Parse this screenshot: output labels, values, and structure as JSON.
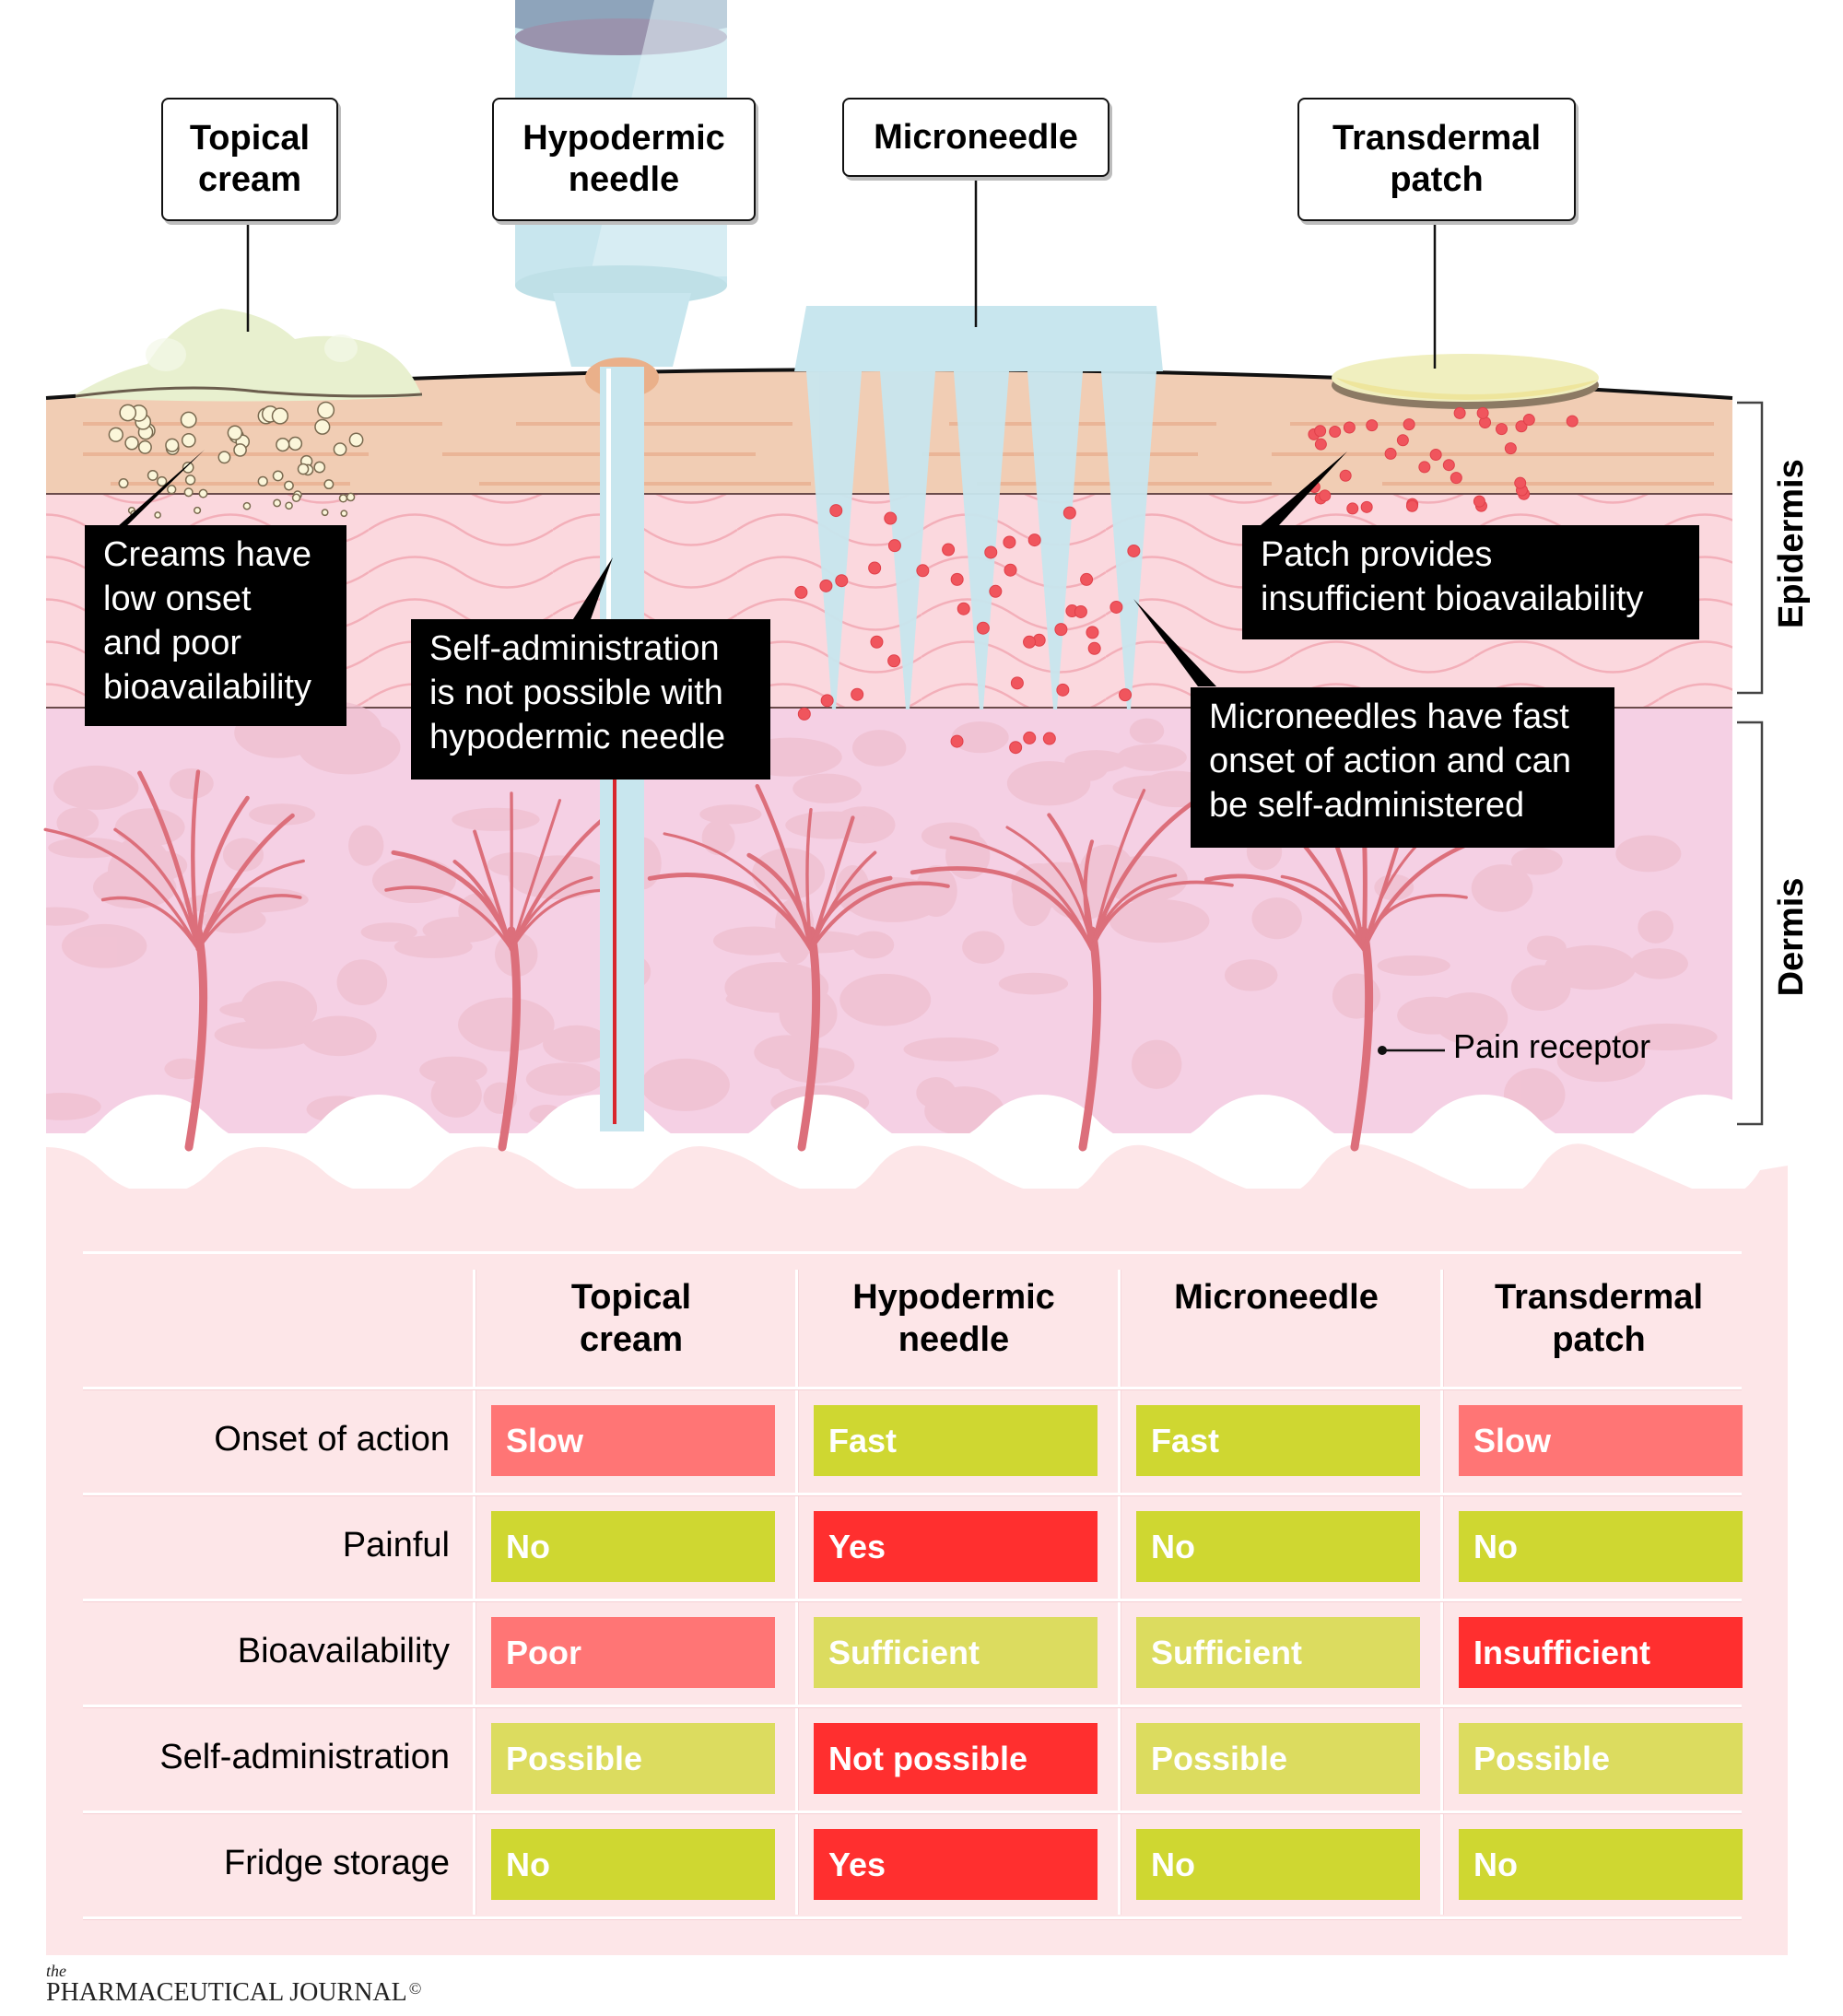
{
  "diagram": {
    "methods": [
      {
        "id": "topical",
        "label": "Topical\ncream"
      },
      {
        "id": "hypodermic",
        "label": "Hypodermic\nneedle"
      },
      {
        "id": "microneedle",
        "label": "Microneedle"
      },
      {
        "id": "patch",
        "label": "Transdermal\npatch"
      }
    ],
    "callouts": {
      "cream": "Creams have\nlow onset\nand poor\nbioavailability",
      "hypodermic": "Self-administration\nis not possible with\nhypodermic needle",
      "patch": "Patch provides\ninsufficient bioavailability",
      "microneedle": "Microneedles have fast\nonset of action and can\nbe self-administered"
    },
    "layers": {
      "epidermis": "Epidermis",
      "dermis": "Dermis"
    },
    "pain_receptor_label": "Pain receptor",
    "colors": {
      "stratum": "#f1cdb4",
      "epidermis": "#fbd8de",
      "dermis": "#f5d0e4",
      "needle": "#c8e6ee",
      "drug": "#f0555d",
      "nerve": "#dc6f7b",
      "cream": "#e6efc9",
      "patch": "#f0efbf"
    }
  },
  "table": {
    "columns": [
      "Topical\ncream",
      "Hypodermic\nneedle",
      "Microneedle",
      "Transdermal\npatch"
    ],
    "rows": [
      {
        "label": "Onset of action",
        "cells": [
          {
            "text": "Slow",
            "rating": "bad"
          },
          {
            "text": "Fast",
            "rating": "good"
          },
          {
            "text": "Fast",
            "rating": "good"
          },
          {
            "text": "Slow",
            "rating": "bad"
          }
        ]
      },
      {
        "label": "Painful",
        "cells": [
          {
            "text": "No",
            "rating": "good"
          },
          {
            "text": "Yes",
            "rating": "worst"
          },
          {
            "text": "No",
            "rating": "good"
          },
          {
            "text": "No",
            "rating": "good"
          }
        ]
      },
      {
        "label": "Bioavailability",
        "cells": [
          {
            "text": "Poor",
            "rating": "bad"
          },
          {
            "text": "Sufficient",
            "rating": "ok"
          },
          {
            "text": "Sufficient",
            "rating": "ok"
          },
          {
            "text": "Insufficient",
            "rating": "worst"
          }
        ]
      },
      {
        "label": "Self-administration",
        "cells": [
          {
            "text": "Possible",
            "rating": "ok"
          },
          {
            "text": "Not possible",
            "rating": "worst"
          },
          {
            "text": "Possible",
            "rating": "ok"
          },
          {
            "text": "Possible",
            "rating": "ok"
          }
        ]
      },
      {
        "label": "Fridge storage",
        "cells": [
          {
            "text": "No",
            "rating": "good"
          },
          {
            "text": "Yes",
            "rating": "worst"
          },
          {
            "text": "No",
            "rating": "good"
          },
          {
            "text": "No",
            "rating": "good"
          }
        ]
      }
    ],
    "rating_colors": {
      "good": "#cfd731",
      "ok": "#dcdc5f",
      "bad": "#ff7575",
      "worst": "#ff2f2f"
    }
  },
  "footer": {
    "logo_the": "the",
    "logo_name": "PHARMACEUTICAL JOURNAL",
    "copyright": "©"
  }
}
